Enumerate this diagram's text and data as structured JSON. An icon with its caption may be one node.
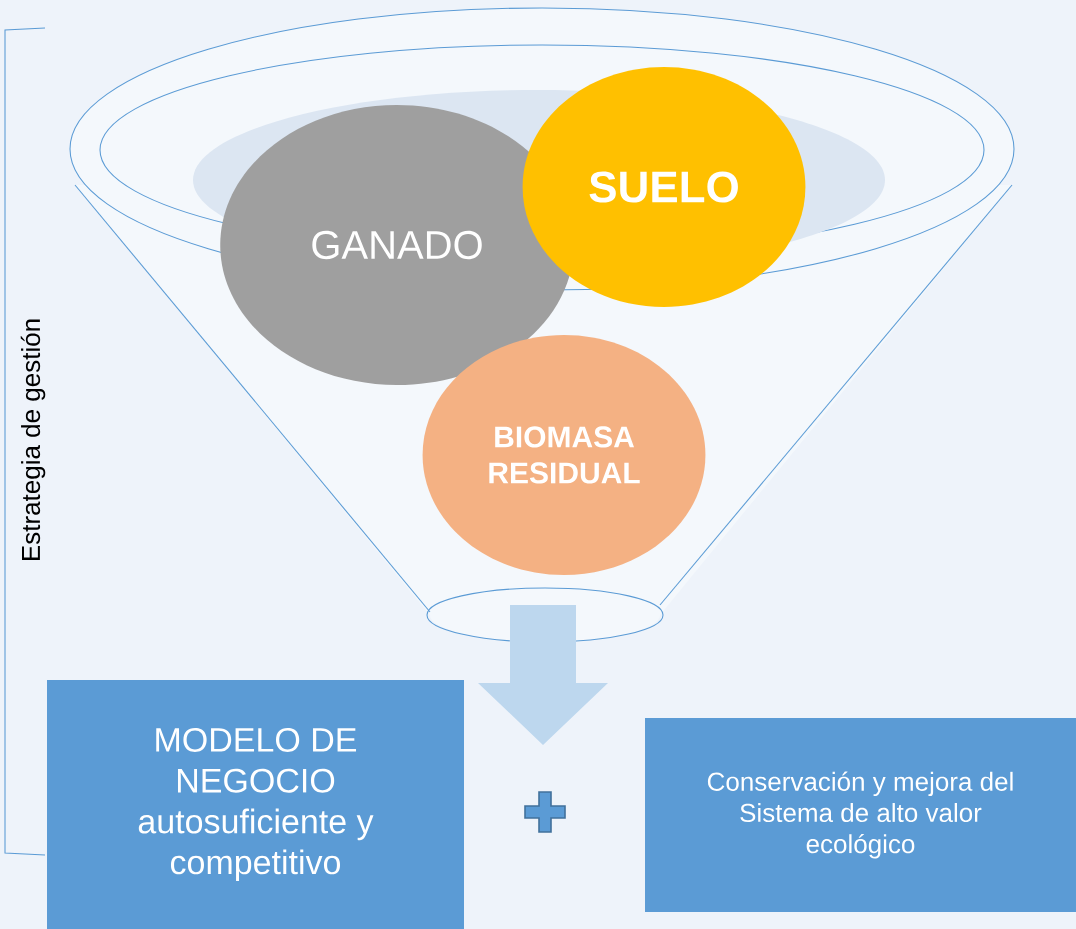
{
  "diagram": {
    "nodes": [
      {
        "text": [
          "GANADO"
        ]
      },
      {
        "text": [
          "SUELO"
        ]
      },
      {
        "text": [
          "BIOMASA RESIDUAL"
        ]
      },
      {
        "text": [
          "MODELO DE NEGOCIO autosuficiente y competitivo"
        ]
      },
      {
        "text": [
          "Conservación y mejora del Sistema de alto valor ecológico"
        ]
      }
    ],
    "labels": [
      "Estrategia de gestión"
    ]
  }
}
